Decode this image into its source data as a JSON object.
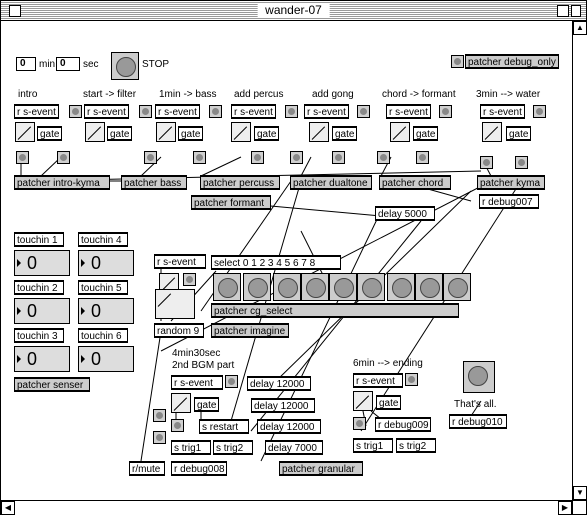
{
  "window": {
    "title": "wander-07"
  },
  "timer": {
    "min_value": "0",
    "min_label": "min",
    "sec_value": "0",
    "sec_label": "sec",
    "stop_label": "STOP"
  },
  "sections": {
    "intro": "intro",
    "start_filter": "start -> filter",
    "bass": "1min -> bass",
    "percus": "add percus",
    "gong": "add gong",
    "formant": "chord -> formant",
    "water": "3min --> water",
    "bgm": "4min30sec\n2nd BGM part",
    "ending": "6min --> ending",
    "thats_all": "That's all."
  },
  "objects": {
    "s_event": "r s-event",
    "gate": "gate",
    "debug_only": "patcher debug_only",
    "intro_kyma": "patcher intro-kyma",
    "bass": "patcher bass",
    "percuss": "patcher percuss",
    "dualtone": "patcher dualtone",
    "chord": "patcher chord",
    "kyma": "patcher kyma",
    "formant": "patcher formant",
    "delay5000": "delay 5000",
    "debug007": "r debug007",
    "select": "select 0 1 2 3 4 5 6 7 8",
    "cg_select": "patcher cg_select",
    "imagine": "patcher imagine",
    "random9": "random 9",
    "delay12000": "delay 12000",
    "s_restart": "s restart",
    "s_trig1": "s trig1",
    "s_trig2": "s trig2",
    "delay7000": "delay 7000",
    "granular": "patcher granular",
    "r_mute": "r/mute",
    "debug008": "r debug008",
    "debug009": "r debug009",
    "debug010": "r debug010",
    "senser": "patcher senser"
  },
  "touchins": [
    {
      "label": "touchin 1",
      "value": "0"
    },
    {
      "label": "touchin 4",
      "value": "0"
    },
    {
      "label": "touchin 2",
      "value": "0"
    },
    {
      "label": "touchin 5",
      "value": "0"
    },
    {
      "label": "touchin 3",
      "value": "0"
    },
    {
      "label": "touchin 6",
      "value": "0"
    }
  ]
}
